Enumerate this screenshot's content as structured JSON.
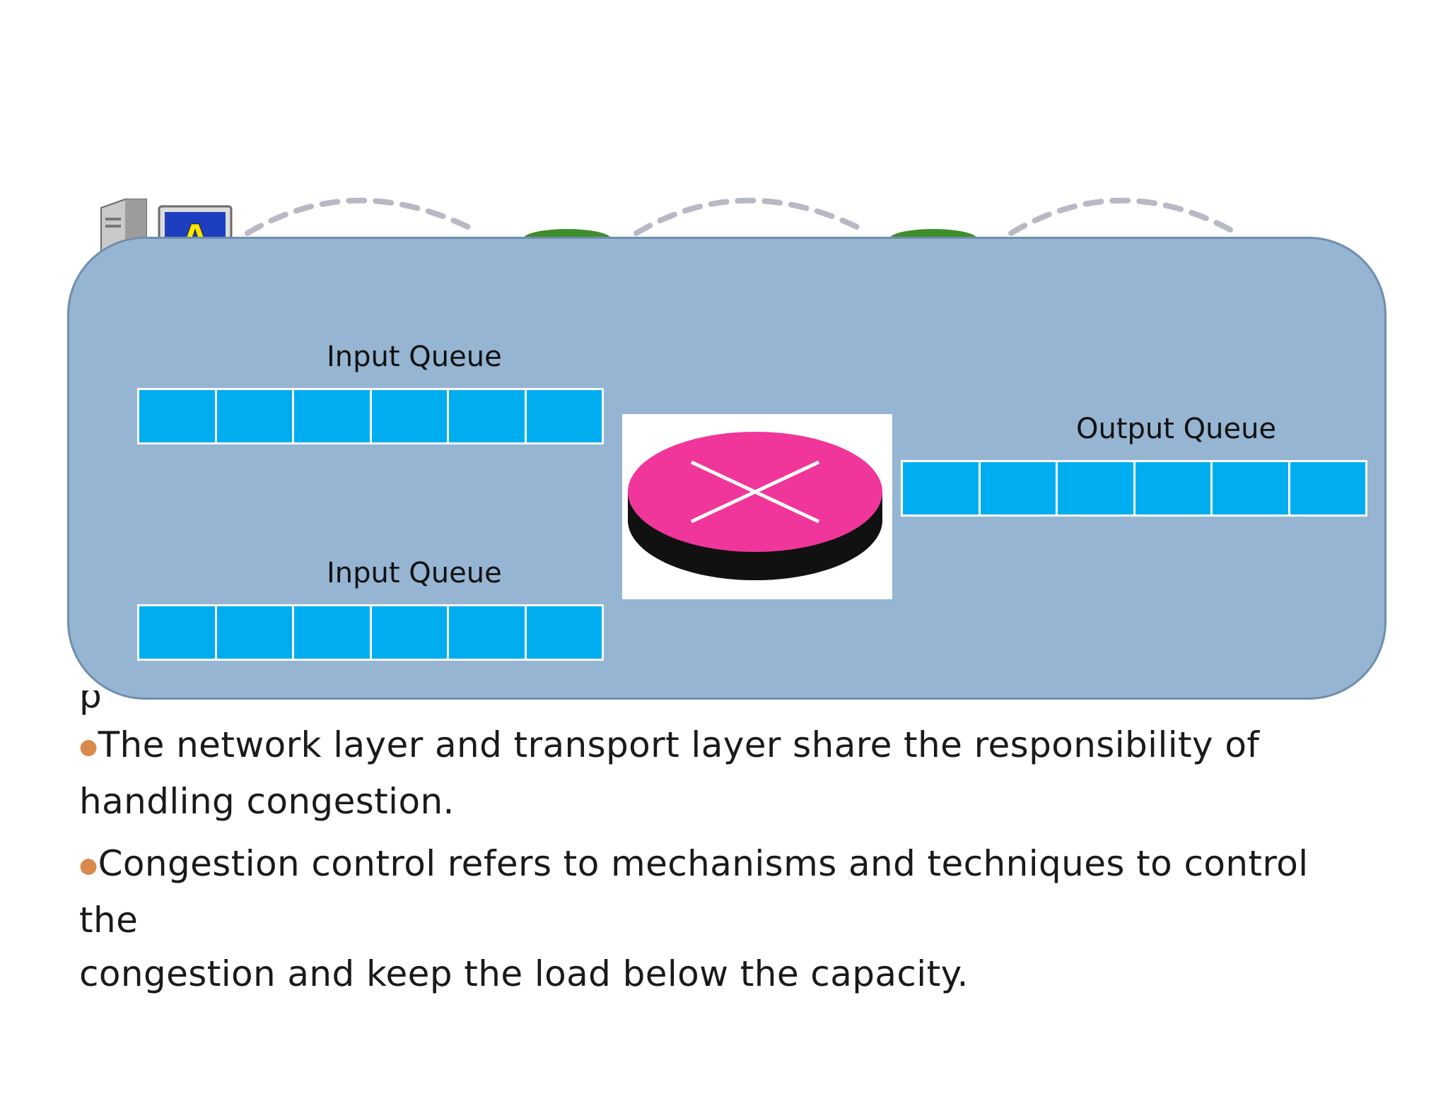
{
  "diagram": {
    "computer_label": "A",
    "input_queue_top": {
      "label": "Input Queue",
      "slots": 6
    },
    "input_queue_bottom": {
      "label": "Input Queue",
      "slots": 6
    },
    "output_queue": {
      "label": "Output Queue",
      "slots": 6
    }
  },
  "body": {
    "fragment": "p",
    "bullets": [
      {
        "line1": "The network layer and transport layer share the responsibility of",
        "line2": "handling congestion."
      },
      {
        "line1": "Congestion control refers to mechanisms and techniques to control the",
        "line2": "congestion and keep the load below the capacity."
      }
    ]
  },
  "colors": {
    "panel": "#95b5d2",
    "queue_slot": "#00adef",
    "router_top": "#f0369a",
    "bullet": "#d98a4a"
  }
}
